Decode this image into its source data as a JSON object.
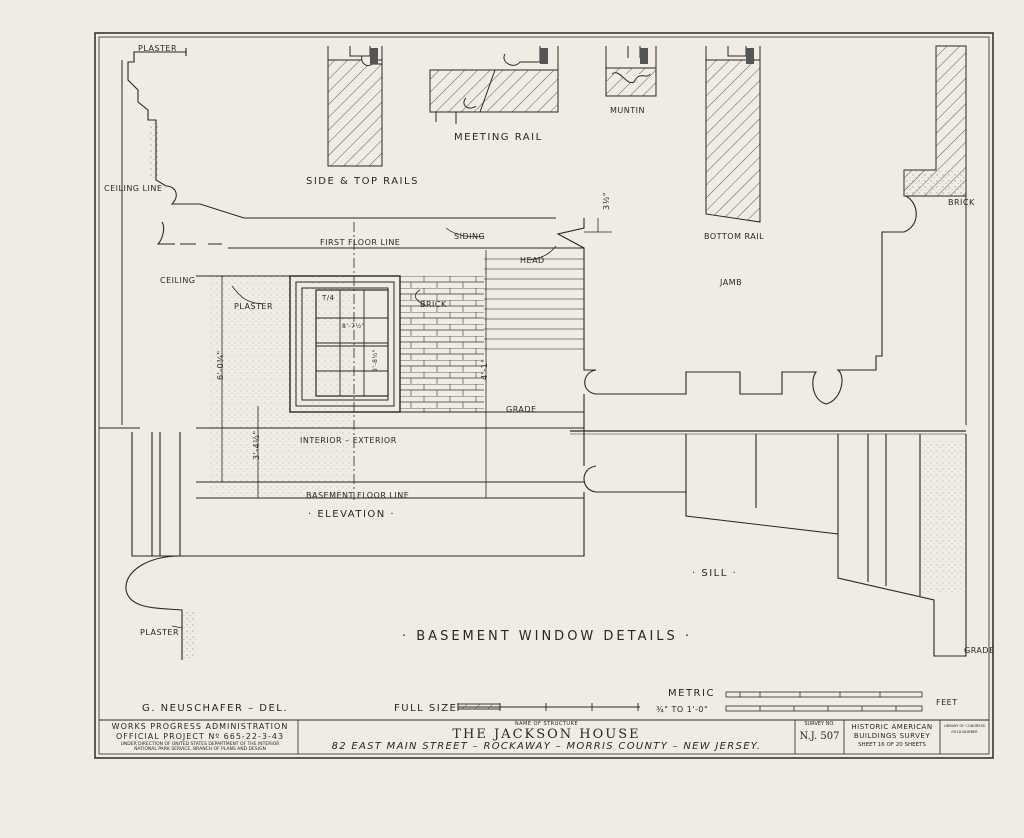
{
  "labels": {
    "plaster_top": "PLASTER",
    "ceiling_line": "CEILING LINE",
    "side_top_rails": "SIDE & TOP RAILS",
    "meeting_rail": "MEETING RAIL",
    "muntin": "MUNTIN",
    "bottom_rail": "BOTTOM RAIL",
    "brick_right": "BRICK",
    "first_floor_line": "FIRST FLOOR LINE",
    "siding": "SIDING",
    "head": "HEAD",
    "head_dim": "3½\"",
    "jamb": "JAMB",
    "ceiling": "CEILING",
    "plaster_mid": "PLASTER",
    "brick_mid": "BRICK",
    "grade_mid": "GRADE",
    "interior_exterior": "INTERIOR – EXTERIOR",
    "basement_floor_line": "BASEMENT FLOOR LINE",
    "elevation": "· ELEVATION ·",
    "sill": "· SILL ·",
    "basement_window_details": "· BASEMENT WINDOW DETAILS ·",
    "plaster_bottom": "PLASTER",
    "grade_right": "GRADE",
    "delineator": "G. NEUSCHAFER – DEL.",
    "full_size": "FULL SIZE",
    "metric": "METRIC",
    "scale_inch": "¾\" TO 1'-0\"",
    "feet": "FEET",
    "dim_left1": "6'-0¾\"",
    "dim_left2": "3'-4½\"",
    "dim_right": "4'-1\"",
    "pane_label": "T/4",
    "pane_dim1": "8'-7½\"",
    "pane_dim2": "8'-8½\""
  },
  "title_block": {
    "agency_line1": "WORKS PROGRESS ADMINISTRATION",
    "agency_line2": "OFFICIAL PROJECT Nº 665-22-3-43",
    "agency_line3": "UNDER DIRECTION OF UNITED STATES DEPARTMENT OF THE INTERIOR",
    "agency_line4": "NATIONAL PARK SERVICE, BRANCH OF PLANS AND DESIGN",
    "name_caption": "NAME OF STRUCTURE",
    "structure_name": "THE JACKSON HOUSE",
    "address": "82 EAST MAIN STREET – ROCKAWAY – MORRIS COUNTY – NEW JERSEY.",
    "survey_caption": "SURVEY NO.",
    "survey_no": "N.J. 507",
    "survey_name1": "HISTORIC AMERICAN",
    "survey_name2": "BUILDINGS SURVEY",
    "sheet_info": "SHEET 16 OF 20 SHEETS",
    "stamp1": "LIBRARY OF CONGRESS",
    "stamp2": "FIELD NUMBER"
  }
}
